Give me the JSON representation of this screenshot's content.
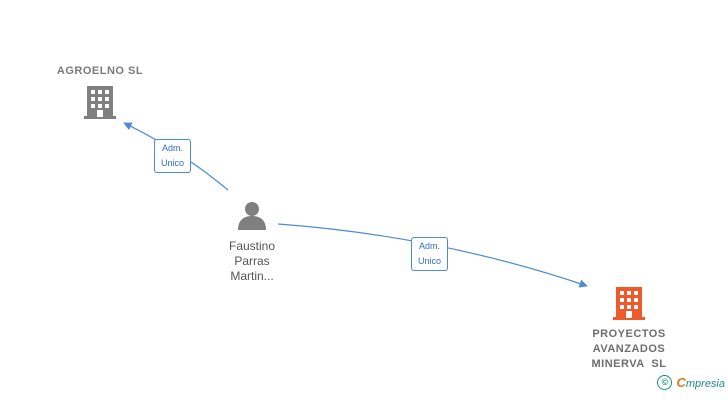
{
  "nodes": {
    "agroelno": {
      "label": "AGROELNO SL",
      "icon": "building-icon",
      "color": "#7f7f7f"
    },
    "person": {
      "label_lines": [
        "Faustino",
        "Parras",
        "Martin..."
      ],
      "icon": "person-icon",
      "color": "#7f7f7f"
    },
    "proyectos": {
      "label_lines": [
        "PROYECTOS",
        "AVANZADOS",
        "MINERVA  SL"
      ],
      "icon": "building-icon",
      "color": "#ef5a2a"
    }
  },
  "edges": [
    {
      "from": "person",
      "to": "agroelno",
      "label_lines": [
        "Adm.",
        "Unico"
      ]
    },
    {
      "from": "person",
      "to": "proyectos",
      "label_lines": [
        "Adm.",
        "Unico"
      ]
    }
  ],
  "edge_color": "#4a8ad8",
  "watermark": {
    "symbol": "©",
    "brand_initial": "C",
    "brand_rest": "mpresia"
  }
}
